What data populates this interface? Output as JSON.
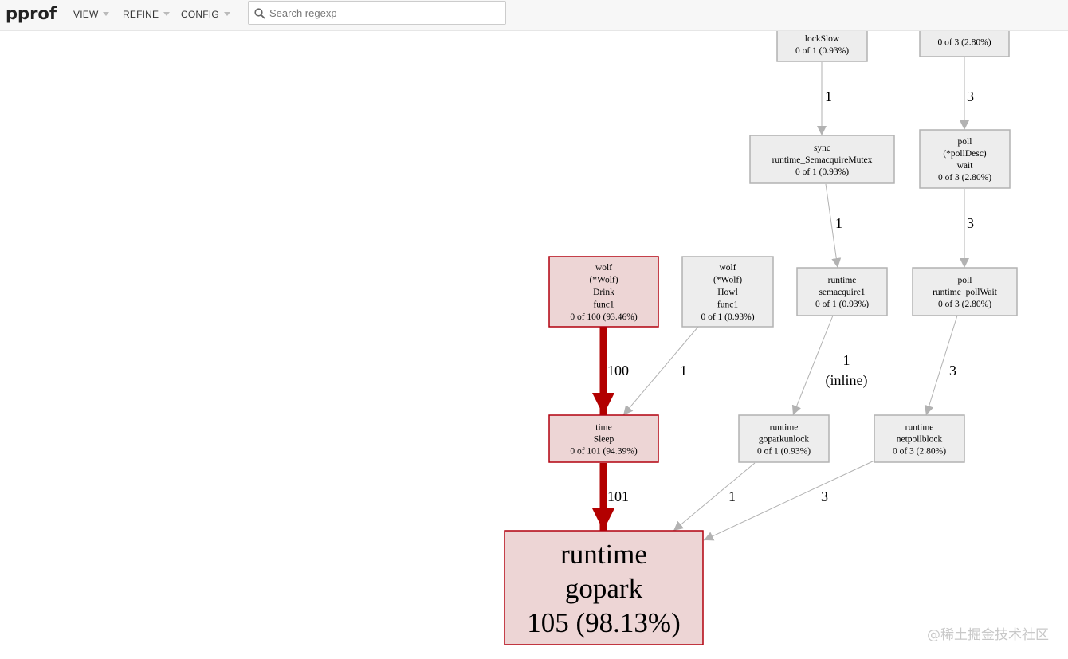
{
  "app": {
    "title": "pprof"
  },
  "menu": {
    "view": "VIEW",
    "refine": "REFINE",
    "config": "CONFIG"
  },
  "search": {
    "placeholder": "Search regexp",
    "value": ""
  },
  "graph": {
    "nodes": {
      "lockslow": {
        "lines": [
          "lockSlow",
          "0 of 1 (0.93%)"
        ]
      },
      "topright": {
        "lines": [
          "0 of 3 (2.80%)"
        ]
      },
      "sync_sem": {
        "lines": [
          "sync",
          "runtime_SemacquireMutex",
          "0 of 1 (0.93%)"
        ]
      },
      "poll_wait": {
        "lines": [
          "poll",
          "(*pollDesc)",
          "wait",
          "0 of 3 (2.80%)"
        ]
      },
      "wolf_drink": {
        "lines": [
          "wolf",
          "(*Wolf)",
          "Drink",
          "func1",
          "0 of 100 (93.46%)"
        ]
      },
      "wolf_howl": {
        "lines": [
          "wolf",
          "(*Wolf)",
          "Howl",
          "func1",
          "0 of 1 (0.93%)"
        ]
      },
      "rt_semacquire": {
        "lines": [
          "runtime",
          "semacquire1",
          "0 of 1 (0.93%)"
        ]
      },
      "poll_pollwait": {
        "lines": [
          "poll",
          "runtime_pollWait",
          "0 of 3 (2.80%)"
        ]
      },
      "time_sleep": {
        "lines": [
          "time",
          "Sleep",
          "0 of 101 (94.39%)"
        ]
      },
      "rt_goparkunlock": {
        "lines": [
          "runtime",
          "goparkunlock",
          "0 of 1 (0.93%)"
        ]
      },
      "rt_netpollblock": {
        "lines": [
          "runtime",
          "netpollblock",
          "0 of 3 (2.80%)"
        ]
      },
      "rt_gopark": {
        "lines": [
          "runtime",
          "gopark",
          "105 (98.13%)"
        ]
      }
    },
    "edges": {
      "lockslow_sync": {
        "label": [
          "1"
        ]
      },
      "topright_poll": {
        "label": [
          "3"
        ]
      },
      "sync_semacquire": {
        "label": [
          "1"
        ]
      },
      "poll_pollwait": {
        "label": [
          "3"
        ]
      },
      "drink_sleep": {
        "label": [
          "100"
        ]
      },
      "howl_sleep": {
        "label": [
          "1"
        ]
      },
      "semacquire_goparkunlock": {
        "label": [
          "1",
          "(inline)"
        ]
      },
      "pollwait_netpollblock": {
        "label": [
          "3"
        ]
      },
      "sleep_gopark": {
        "label": [
          "101"
        ]
      },
      "goparkunlock_gopark": {
        "label": [
          "1"
        ]
      },
      "netpollblock_gopark": {
        "label": [
          "3"
        ]
      }
    },
    "colors": {
      "hot_fill": "#edd5d5",
      "hot_stroke": "#b2000f",
      "hot_edge": "#b20000",
      "cold_fill": "#ededed",
      "cold_stroke": "#b2b2b2",
      "cold_edge": "#b2b2b2"
    }
  },
  "watermark": "@稀土掘金技术社区"
}
